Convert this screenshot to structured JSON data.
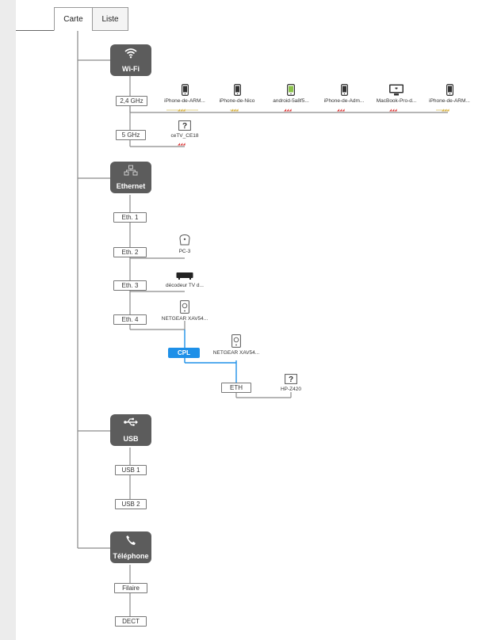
{
  "tabs": [
    {
      "label": "Carte",
      "active": true
    },
    {
      "label": "Liste",
      "active": false
    }
  ],
  "categories": {
    "wifi": {
      "label": "Wi-Fi",
      "icon": "wifi-icon"
    },
    "ethernet": {
      "label": "Ethernet",
      "icon": "network-icon"
    },
    "usb": {
      "label": "USB",
      "icon": "usb-icon"
    },
    "telephone": {
      "label": "Téléphone",
      "icon": "phone-icon"
    }
  },
  "ports": {
    "wifi_24": "2,4 GHz",
    "wifi_5": "5 GHz",
    "eth1": "Eth. 1",
    "eth2": "Eth. 2",
    "eth3": "Eth. 3",
    "eth4": "Eth. 4",
    "cpl": "CPL",
    "eth_sub": "ETH",
    "usb1": "USB 1",
    "usb2": "USB 2",
    "filaire": "Filaire",
    "dect": "DECT"
  },
  "devices": {
    "wifi24": [
      {
        "label": "iPhone-de-ARM...",
        "icon": "smartphone-icon"
      },
      {
        "label": "iPhone-de-Nico",
        "icon": "smartphone-icon"
      },
      {
        "label": "android-5a8f5...",
        "icon": "android-phone-icon"
      },
      {
        "label": "iPhone-de-Adm...",
        "icon": "smartphone-icon"
      },
      {
        "label": "MacBook-Pro-d...",
        "icon": "laptop-icon"
      },
      {
        "label": "iPhone-de-ARM...",
        "icon": "smartphone-icon"
      }
    ],
    "wifi5": [
      {
        "label": "ceTV_CE18",
        "icon": "unknown-device-icon"
      }
    ],
    "eth2": {
      "label": "PC-3",
      "icon": "wifi-repeater-icon"
    },
    "eth3": {
      "label": "décodeur TV d...",
      "icon": "tv-decoder-icon"
    },
    "eth4": {
      "label": "NETGEAR XAV54...",
      "icon": "powerline-adapter-icon"
    },
    "cpl": {
      "label": "NETGEAR XAV54...",
      "icon": "powerline-adapter-icon"
    },
    "eth_sub": {
      "label": "HP-Z420",
      "icon": "unknown-device-icon"
    }
  },
  "colors": {
    "category_bg": "#5c5c5c",
    "cpl_blue": "#1e90e8",
    "android_green": "#8bc34a"
  }
}
